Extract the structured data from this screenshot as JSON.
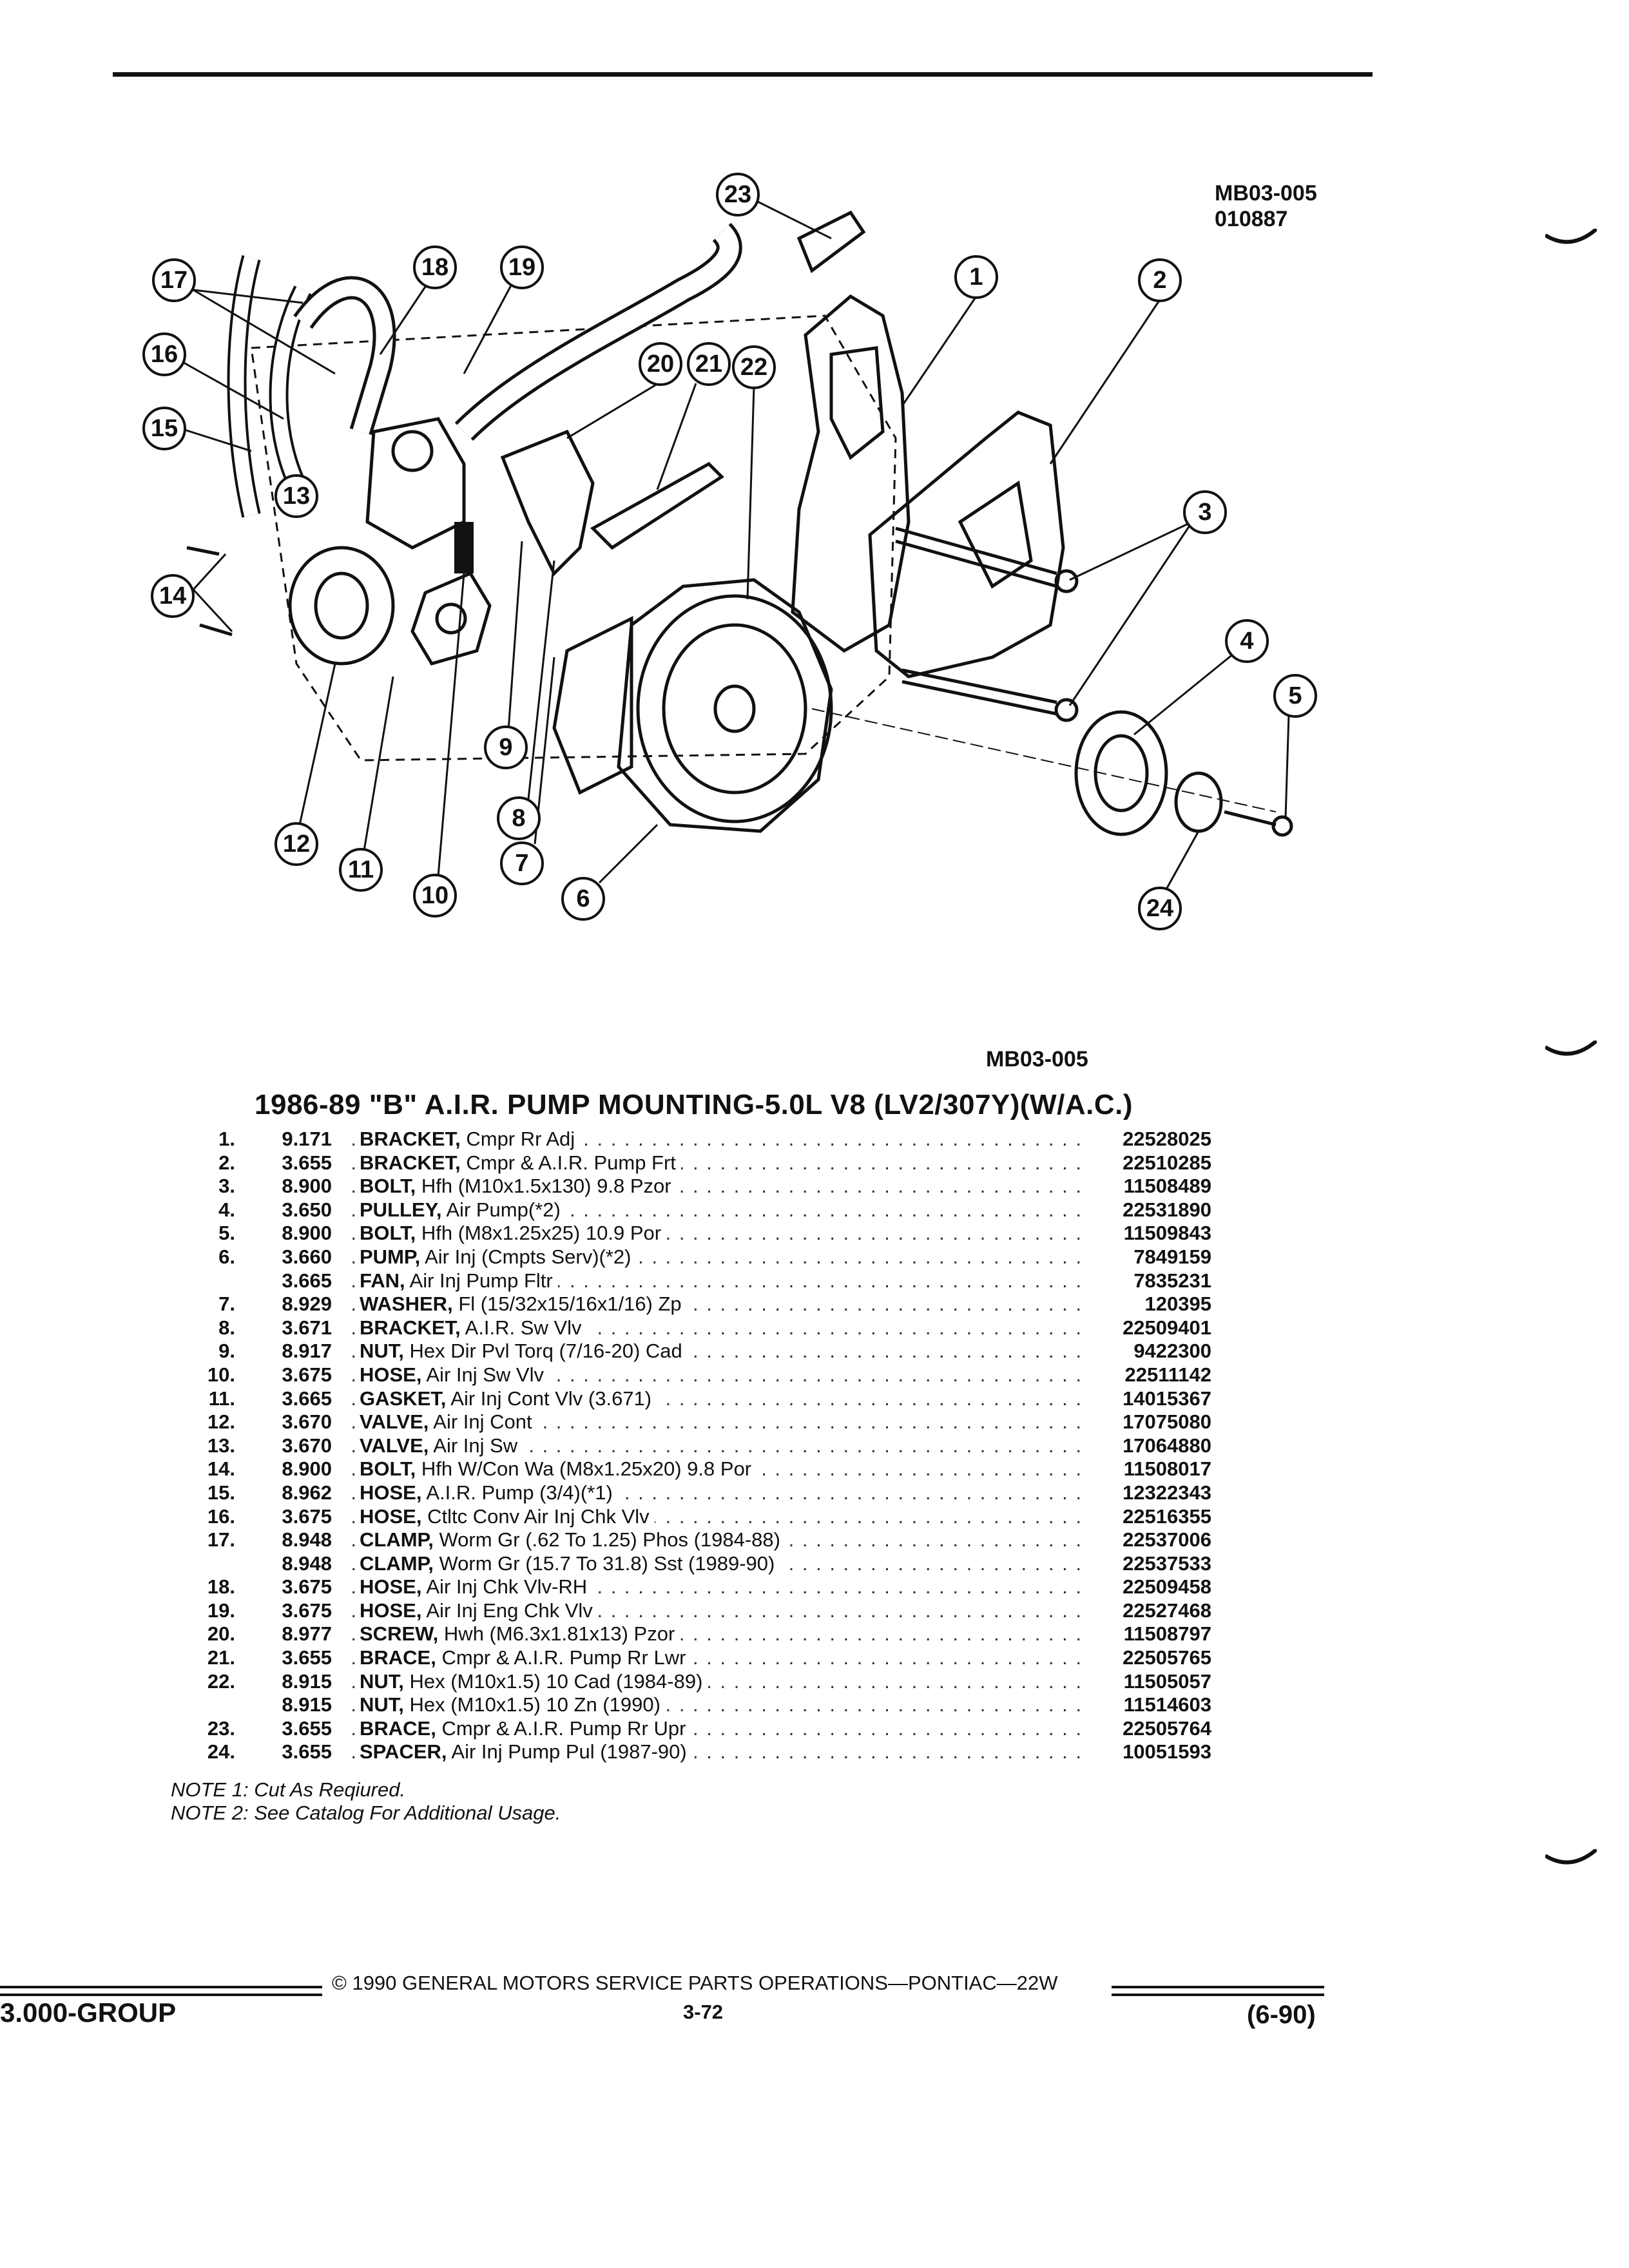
{
  "ref_top": [
    "MB03-005",
    "010887"
  ],
  "ref_bottom": "MB03-005",
  "callouts": [
    "1",
    "2",
    "3",
    "4",
    "5",
    "6",
    "7",
    "8",
    "9",
    "10",
    "11",
    "12",
    "13",
    "14",
    "15",
    "16",
    "17",
    "18",
    "19",
    "20",
    "21",
    "22",
    "23",
    "24"
  ],
  "title": "1986-89 \"B\" A.I.R. PUMP MOUNTING-5.0L V8 (LV2/307Y)(W/A.C.)",
  "parts": [
    {
      "item": "1.",
      "group": "9.171",
      "name": "BRACKET,",
      "desc": "Cmpr Rr Adj",
      "part": "22528025"
    },
    {
      "item": "2.",
      "group": "3.655",
      "name": "BRACKET,",
      "desc": "Cmpr & A.I.R. Pump Frt",
      "part": "22510285"
    },
    {
      "item": "3.",
      "group": "8.900",
      "name": "BOLT,",
      "desc": "Hfh (M10x1.5x130) 9.8 Pzor",
      "part": "11508489"
    },
    {
      "item": "4.",
      "group": "3.650",
      "name": "PULLEY,",
      "desc": "Air Pump(*2)",
      "part": "22531890"
    },
    {
      "item": "5.",
      "group": "8.900",
      "name": "BOLT,",
      "desc": "Hfh (M8x1.25x25) 10.9 Por",
      "part": "11509843"
    },
    {
      "item": "6.",
      "group": "3.660",
      "name": "PUMP,",
      "desc": "Air Inj (Cmpts Serv)(*2)",
      "part": "7849159"
    },
    {
      "item": "",
      "group": "3.665",
      "name": "FAN,",
      "desc": "Air Inj Pump Fltr",
      "part": "7835231"
    },
    {
      "item": "7.",
      "group": "8.929",
      "name": "WASHER,",
      "desc": "Fl (15/32x15/16x1/16) Zp",
      "part": "120395"
    },
    {
      "item": "8.",
      "group": "3.671",
      "name": "BRACKET,",
      "desc": "A.I.R. Sw Vlv",
      "part": "22509401"
    },
    {
      "item": "9.",
      "group": "8.917",
      "name": "NUT,",
      "desc": "Hex Dir Pvl Torq (7/16-20) Cad",
      "part": "9422300"
    },
    {
      "item": "10.",
      "group": "3.675",
      "name": "HOSE,",
      "desc": "Air Inj Sw Vlv",
      "part": "22511142"
    },
    {
      "item": "11.",
      "group": "3.665",
      "name": "GASKET,",
      "desc": "Air Inj Cont Vlv (3.671)",
      "part": "14015367"
    },
    {
      "item": "12.",
      "group": "3.670",
      "name": "VALVE,",
      "desc": "Air Inj Cont",
      "part": "17075080"
    },
    {
      "item": "13.",
      "group": "3.670",
      "name": "VALVE,",
      "desc": "Air Inj Sw",
      "part": "17064880"
    },
    {
      "item": "14.",
      "group": "8.900",
      "name": "BOLT,",
      "desc": "Hfh W/Con Wa (M8x1.25x20) 9.8 Por",
      "part": "11508017"
    },
    {
      "item": "15.",
      "group": "8.962",
      "name": "HOSE,",
      "desc": "A.I.R. Pump (3/4)(*1)",
      "part": "12322343"
    },
    {
      "item": "16.",
      "group": "3.675",
      "name": "HOSE,",
      "desc": "Ctltc Conv Air Inj Chk Vlv",
      "part": "22516355"
    },
    {
      "item": "17.",
      "group": "8.948",
      "name": "CLAMP,",
      "desc": "Worm Gr (.62 To 1.25) Phos (1984-88)",
      "part": "22537006"
    },
    {
      "item": "",
      "group": "8.948",
      "name": "CLAMP,",
      "desc": "Worm Gr (15.7 To 31.8) Sst (1989-90)",
      "part": "22537533"
    },
    {
      "item": "18.",
      "group": "3.675",
      "name": "HOSE,",
      "desc": "Air Inj Chk Vlv-RH",
      "part": "22509458"
    },
    {
      "item": "19.",
      "group": "3.675",
      "name": "HOSE,",
      "desc": "Air Inj Eng Chk Vlv",
      "part": "22527468"
    },
    {
      "item": "20.",
      "group": "8.977",
      "name": "SCREW,",
      "desc": "Hwh (M6.3x1.81x13) Pzor",
      "part": "11508797"
    },
    {
      "item": "21.",
      "group": "3.655",
      "name": "BRACE,",
      "desc": "Cmpr & A.I.R. Pump Rr Lwr",
      "part": "22505765"
    },
    {
      "item": "22.",
      "group": "8.915",
      "name": "NUT,",
      "desc": "Hex (M10x1.5) 10 Cad (1984-89)",
      "part": "11505057"
    },
    {
      "item": "",
      "group": "8.915",
      "name": "NUT,",
      "desc": "Hex (M10x1.5) 10 Zn (1990)",
      "part": "11514603"
    },
    {
      "item": "23.",
      "group": "3.655",
      "name": "BRACE,",
      "desc": "Cmpr & A.I.R. Pump Rr Upr",
      "part": "22505764"
    },
    {
      "item": "24.",
      "group": "3.655",
      "name": "SPACER,",
      "desc": "Air Inj Pump Pul (1987-90)",
      "part": "10051593"
    }
  ],
  "notes": [
    "NOTE 1: Cut As Reqiured.",
    "NOTE 2: See Catalog For Additional Usage."
  ],
  "footer": {
    "copyright": "© 1990 GENERAL MOTORS SERVICE PARTS OPERATIONS—PONTIAC—22W",
    "group": "3.000-GROUP",
    "page": "3-72",
    "revision": "(6-90)"
  }
}
